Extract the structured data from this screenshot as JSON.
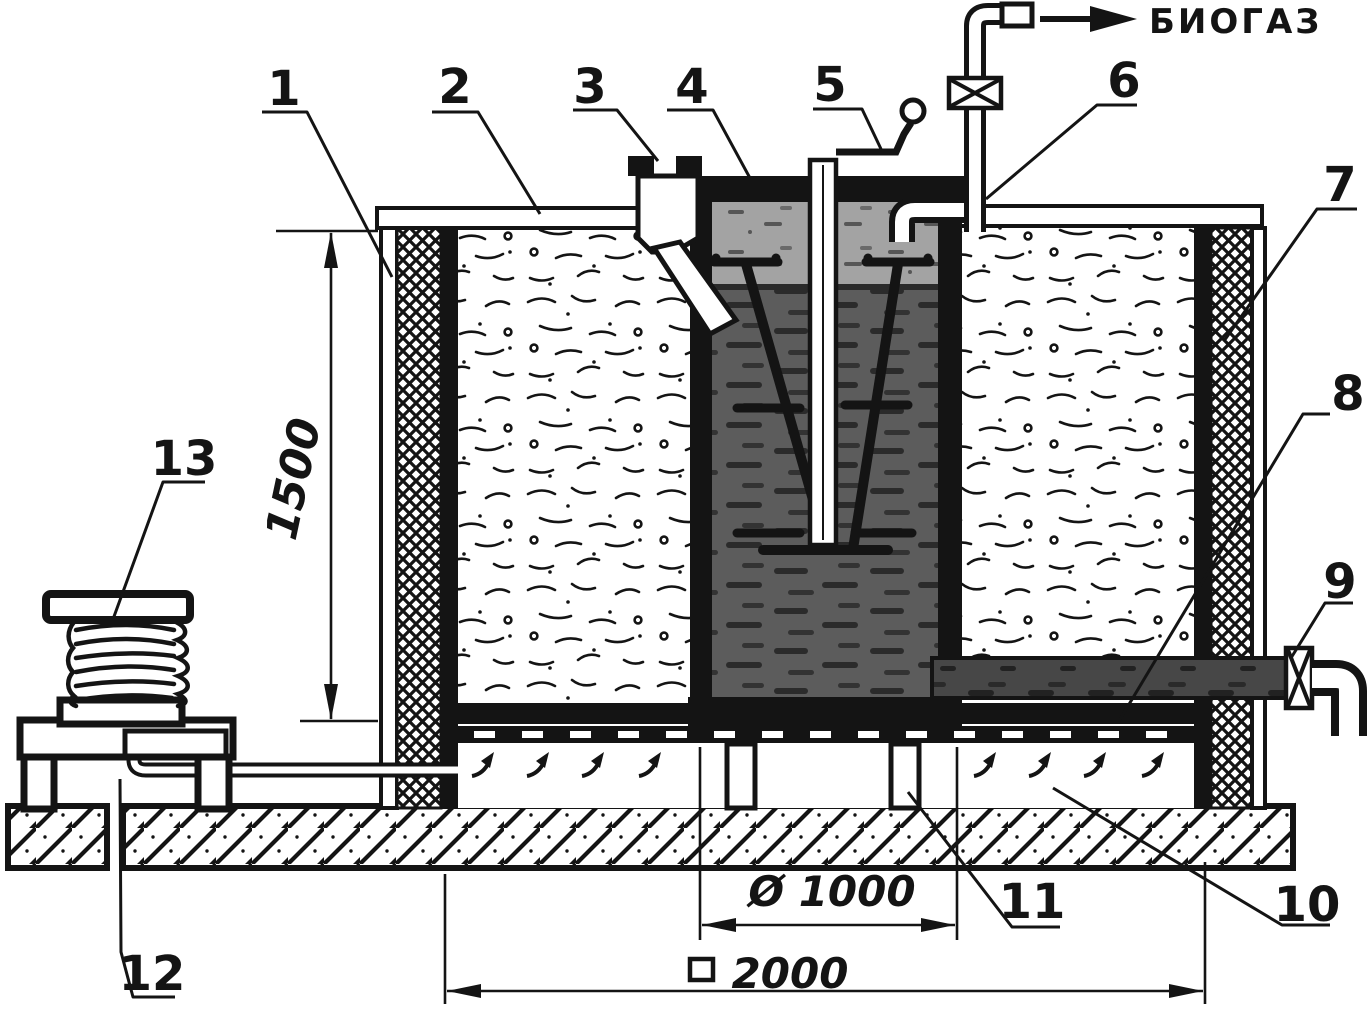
{
  "diagram": {
    "gas_label": "БИОГАЗ",
    "callouts": [
      {
        "n": "1"
      },
      {
        "n": "2"
      },
      {
        "n": "3"
      },
      {
        "n": "4"
      },
      {
        "n": "5"
      },
      {
        "n": "6"
      },
      {
        "n": "7"
      },
      {
        "n": "8"
      },
      {
        "n": "9"
      },
      {
        "n": "10"
      },
      {
        "n": "11"
      },
      {
        "n": "12"
      },
      {
        "n": "13"
      }
    ],
    "dimensions": {
      "height": "1500",
      "inner_diameter": "Ø 1000",
      "outer_width": "2000",
      "outer_width_symbol": "□"
    }
  },
  "colors": {
    "ink": "#141414",
    "paper": "#ffffff",
    "slurry": "#5c5c5c",
    "scum": "#a3a3a3",
    "pipe_dark": "#474747"
  }
}
